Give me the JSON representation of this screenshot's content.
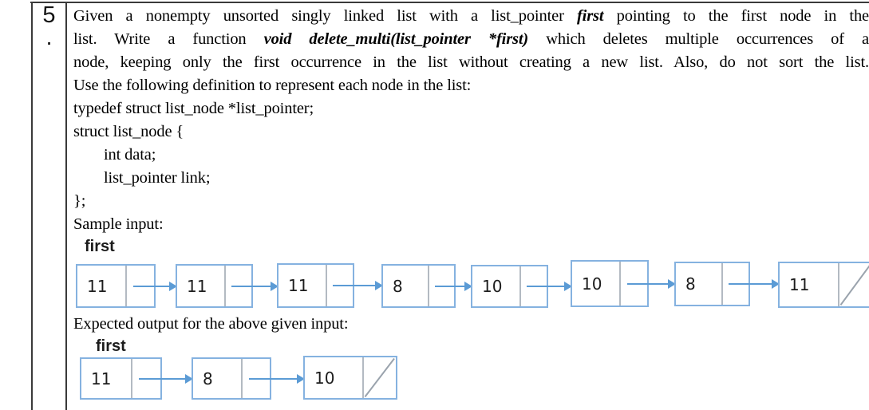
{
  "question": {
    "number": "5",
    "number_dot": ".",
    "statement": {
      "line1_pre": "Given a nonempty unsorted singly linked list with a list_pointer ",
      "line1_bold": "first",
      "line1_post": " pointing to the first node in the",
      "line2_pre": "list. Write a function ",
      "line2_bold": "void delete_multi(list_pointer *first)",
      "line2_post": " which deletes multiple occurrences of a",
      "line3": "node, keeping only the first occurrence in the list without creating a new list. Also, do not sort the list.",
      "line4": "Use the following definition to represent each node in the list:"
    },
    "code_lines": [
      "typedef struct list_node *list_pointer;",
      "struct list_node {",
      "int data;",
      "list_pointer link;",
      "};"
    ],
    "sample_input_label": "Sample input:",
    "expected_output_label": "Expected output for the above given input:"
  },
  "diagram_input": {
    "pointer_label": "first",
    "node_values": [
      "11",
      "11",
      "11",
      "8",
      "10",
      "10",
      "8",
      "11"
    ],
    "null_terminated": true
  },
  "diagram_output": {
    "pointer_label": "first",
    "node_values": [
      "11",
      "8",
      "10"
    ],
    "null_terminated": true
  },
  "colors": {
    "node_border": "#85b2e0",
    "arrow": "#5b9bd5",
    "divider": "#9aa3ad",
    "table_border": "#3a3a3a"
  }
}
